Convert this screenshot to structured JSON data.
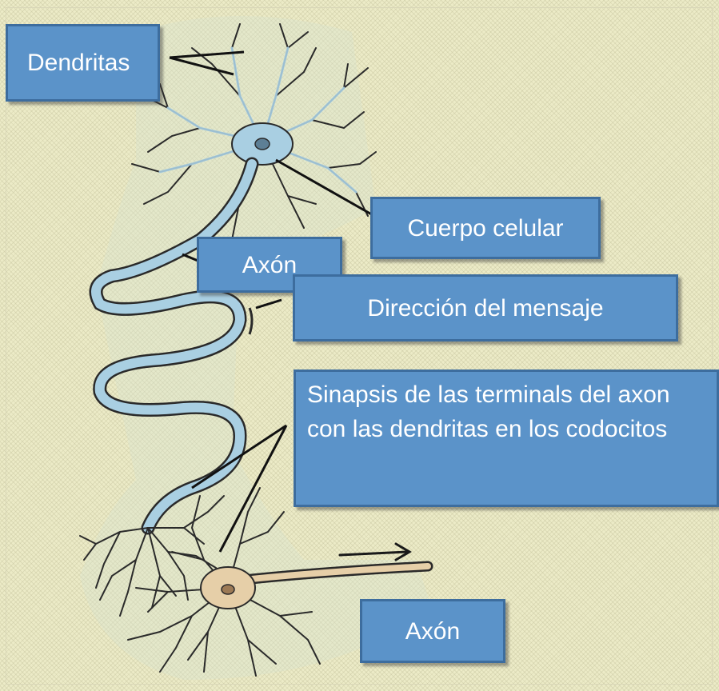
{
  "labels": {
    "dendritas": "Dendritas",
    "cuerpo_celular": "Cuerpo celular",
    "axon_top": "Axón",
    "direccion": "Dirección del mensaje",
    "sinapsis": "Sinapsis de las terminals del axon con las dendritas en los codocitos",
    "axon_bottom": "Axón"
  },
  "colors": {
    "label_fill": "#5b93c9",
    "label_border": "#3d6d9e",
    "neuron_top": "#a9cfe2",
    "neuron_bottom": "#e6cfa8",
    "background": "#ecebc7"
  }
}
